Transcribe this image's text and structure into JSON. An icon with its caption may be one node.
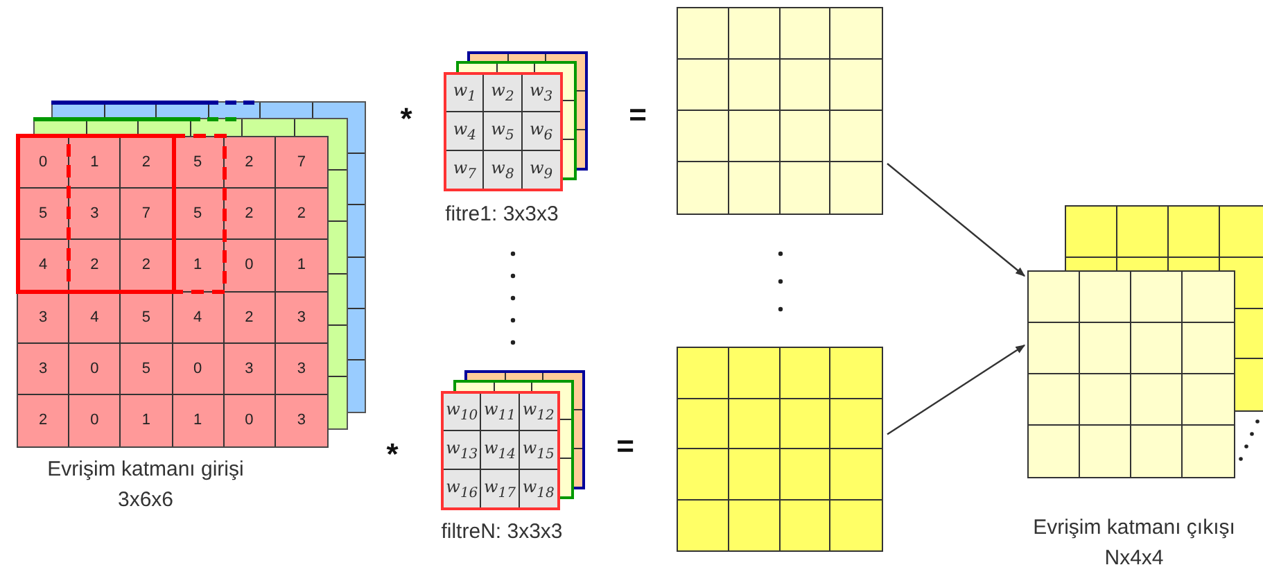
{
  "diagram": {
    "nodes": [
      {
        "text": [],
        "shape": "box",
        "beside": [
          "Evrişim katmanı girişi",
          "3x6x6"
        ]
      },
      {
        "text": [],
        "shape": "box",
        "beside": [
          "fitre1: 3x3x3"
        ]
      },
      {
        "text": [],
        "shape": "box",
        "beside": [
          "filtreN: 3x3x3"
        ]
      },
      {
        "text": [],
        "shape": "box"
      },
      {
        "text": [],
        "shape": "box"
      },
      {
        "text": [],
        "shape": "box",
        "beside": [
          "Evrişim katmanı çıkışı",
          "Nx4x4"
        ]
      }
    ],
    "edges": [
      {
        "from": 3,
        "to": 5,
        "arrow": "to"
      },
      {
        "from": 4,
        "to": 5,
        "arrow": "to"
      }
    ],
    "labels": [
      "0",
      "1",
      "2",
      "5",
      "2",
      "7",
      "5",
      "3",
      "7",
      "5",
      "2",
      "2",
      "4",
      "2",
      "2",
      "1",
      "0",
      "1",
      "3",
      "4",
      "5",
      "4",
      "2",
      "3",
      "3",
      "0",
      "5",
      "0",
      "3",
      "3",
      "2",
      "0",
      "1",
      "1",
      "0",
      "3",
      "w$_{1}$",
      "w$_{2}$",
      "w$_{3}$",
      "w$_{4}$",
      "w$_{5}$",
      "w$_{6}$",
      "w$_{7}$",
      "w$_{8}$",
      "w$_{9}$",
      "w$_{10}$",
      "w$_{11}$",
      "w$_{12}$",
      "w$_{13}$",
      "w$_{14}$",
      "w$_{15}$",
      "w$_{16}$",
      "w$_{17}$",
      "w$_{18}$",
      "*",
      "=",
      "*",
      "="
    ]
  }
}
